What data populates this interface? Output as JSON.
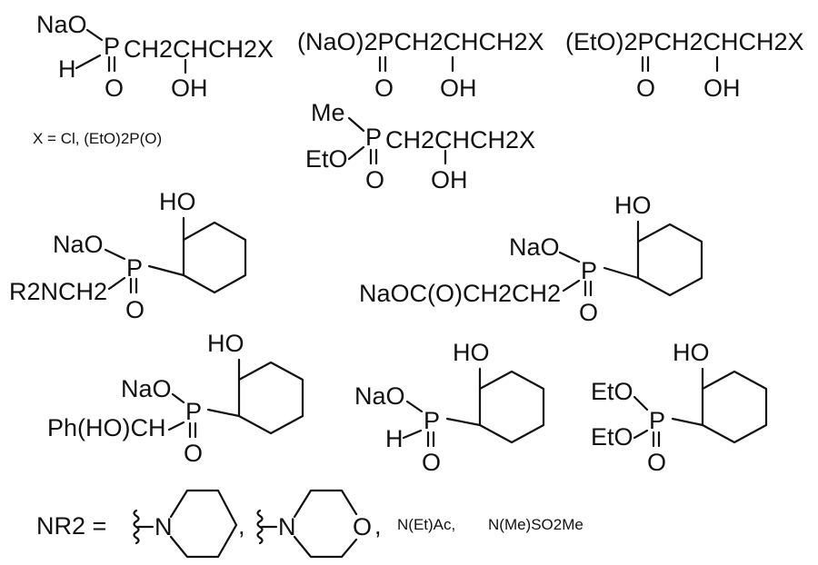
{
  "s1": {
    "nao": "NaO",
    "p": "P",
    "chain": "CH2CHCH2X",
    "h": "H",
    "o": "O",
    "oh": "OH"
  },
  "s2": {
    "label": "(NaO)2PCH2CHCH2X",
    "o": "O",
    "oh": "OH"
  },
  "s3": {
    "label": "(EtO)2PCH2CHCH2X",
    "o": "O",
    "oh": "OH"
  },
  "x_def": "X = Cl, (EtO)2P(O)",
  "s4": {
    "me": "Me",
    "p": "P",
    "chain": "CH2CHCH2X",
    "eto": "EtO",
    "o": "O",
    "oh": "OH"
  },
  "s5": {
    "ho": "HO",
    "nao": "NaO",
    "p": "P",
    "r2nch2": "R2NCH2",
    "o": "O"
  },
  "s6": {
    "ho": "HO",
    "nao": "NaO",
    "p": "P",
    "chain": "NaOC(O)CH2CH2",
    "o": "O"
  },
  "s7": {
    "ho": "HO",
    "nao": "NaO",
    "p": "P",
    "phhoch": "Ph(HO)CH",
    "o": "O"
  },
  "s8": {
    "ho": "HO",
    "nao": "NaO",
    "p": "P",
    "h": "H",
    "o": "O"
  },
  "s9": {
    "ho": "HO",
    "eto1": "EtO",
    "p": "P",
    "eto2": "EtO",
    "o": "O"
  },
  "nr2": {
    "label": "NR2 =",
    "n1": "N",
    "comma1": ",",
    "n2": "N",
    "o": "O",
    "comma2": ",",
    "opt3": "N(Et)Ac,",
    "opt4": "N(Me)SO2Me"
  }
}
